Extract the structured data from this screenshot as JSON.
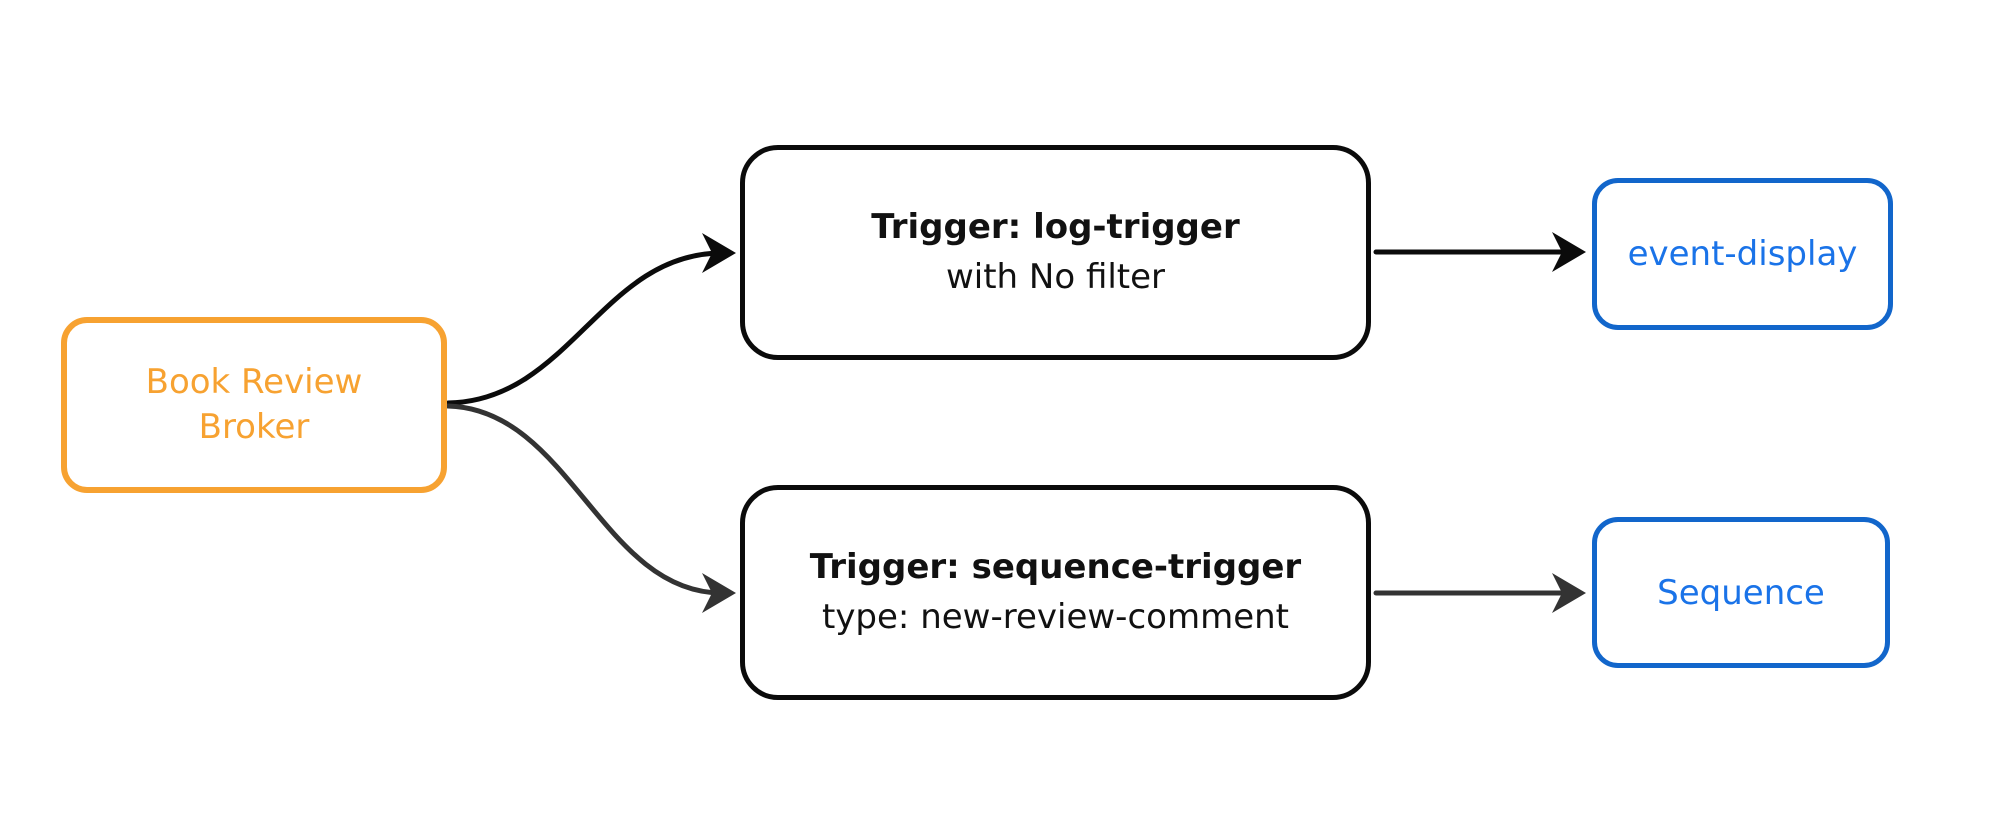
{
  "diagram": {
    "broker": {
      "label": "Book Review Broker"
    },
    "trigger1": {
      "title": "Trigger: log-trigger",
      "subtitle": "with No filter"
    },
    "trigger2": {
      "title": "Trigger: sequence-trigger",
      "subtitle": "type: new-review-comment"
    },
    "sink1": {
      "label": "event-display"
    },
    "sink2": {
      "label": "Sequence"
    },
    "colors": {
      "broker": "#F7A231",
      "trigger_border": "#0B0B0B",
      "trigger_text": "#111111",
      "sink_border": "#1266CB",
      "sink_text": "#1A73E8",
      "edge_top": "#0B0B0B",
      "edge_bottom": "#333333"
    }
  }
}
